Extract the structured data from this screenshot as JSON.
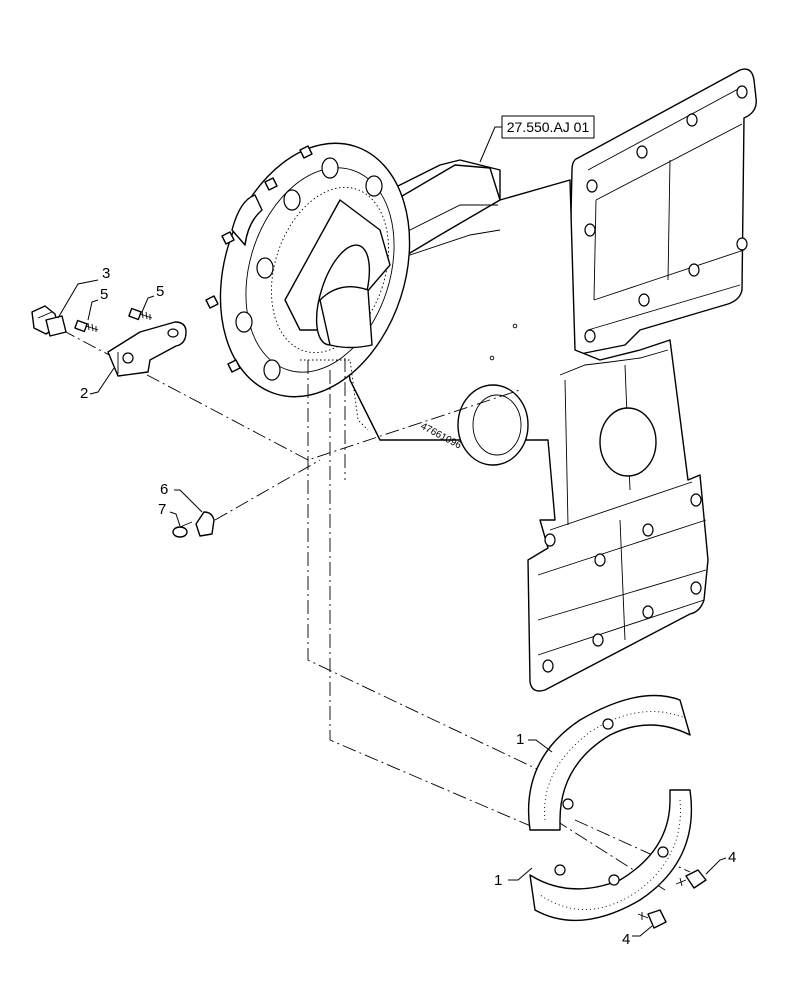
{
  "reference_box": "27.550.AJ 01",
  "engraved_part_number": "47661096",
  "callouts": [
    {
      "id": "callout-3-sensor",
      "label": "3"
    },
    {
      "id": "callout-5-bolt-left",
      "label": "5"
    },
    {
      "id": "callout-5-bolt-right",
      "label": "5"
    },
    {
      "id": "callout-2-bracket",
      "label": "2"
    },
    {
      "id": "callout-6-clip",
      "label": "6"
    },
    {
      "id": "callout-7-screw",
      "label": "7"
    },
    {
      "id": "callout-1-ring-upper",
      "label": "1"
    },
    {
      "id": "callout-1-ring-lower",
      "label": "1"
    },
    {
      "id": "callout-4-bolt-upper",
      "label": "4"
    },
    {
      "id": "callout-4-bolt-lower",
      "label": "4"
    }
  ]
}
